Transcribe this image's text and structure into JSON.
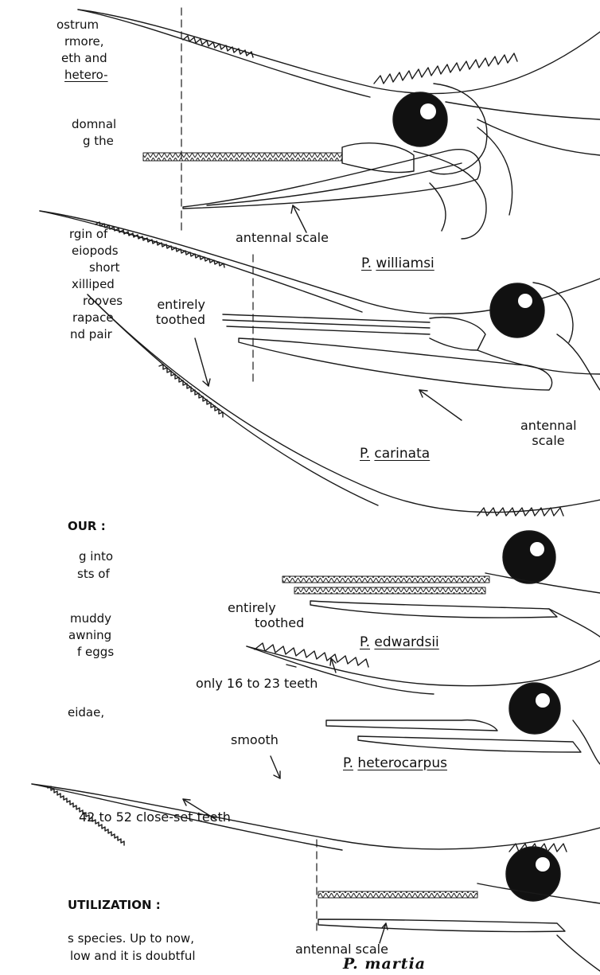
{
  "left_text": {
    "block1": [
      "ostrum",
      "rmore,",
      "eth and",
      "hetero-"
    ],
    "block2": [
      "domnal",
      "g   the"
    ],
    "block3": [
      "rgin of",
      "eiopods",
      "short",
      "xilliped",
      "rooves",
      "rapace",
      "nd pair"
    ],
    "heading_behaviour": "OUR :",
    "block4": [
      "g  into",
      "sts  of"
    ],
    "block5": [
      "muddy",
      "awning",
      "f  eggs"
    ],
    "block6": [
      "eidae,"
    ],
    "heading_utilization": "UTILIZATION :",
    "block7": [
      "s  species.  Up  to now,",
      "low  and  it  is  doubtful"
    ]
  },
  "annotations": {
    "antennal_scale_1": "antennal scale",
    "entirely_toothed_1": [
      "entirely",
      "toothed"
    ],
    "antennal_scale_2": [
      "antennal",
      "scale"
    ],
    "entirely_toothed_2": [
      "entirely",
      "toothed"
    ],
    "teeth_16_23": "only 16 to 23 teeth",
    "smooth": "smooth",
    "teeth_42_52": "42 to 52 close-set teeth",
    "antennal_scale_3": "antennal scale"
  },
  "species": {
    "williamsi": {
      "genus": "P.",
      "name": "williamsi"
    },
    "carinata": {
      "genus": "P.",
      "name": "carinata"
    },
    "edwardsii": {
      "genus": "P.",
      "name": "edwardsii"
    },
    "heterocarpus": {
      "genus": "P.",
      "name": "heterocarpus"
    },
    "martia": "P. martia"
  }
}
